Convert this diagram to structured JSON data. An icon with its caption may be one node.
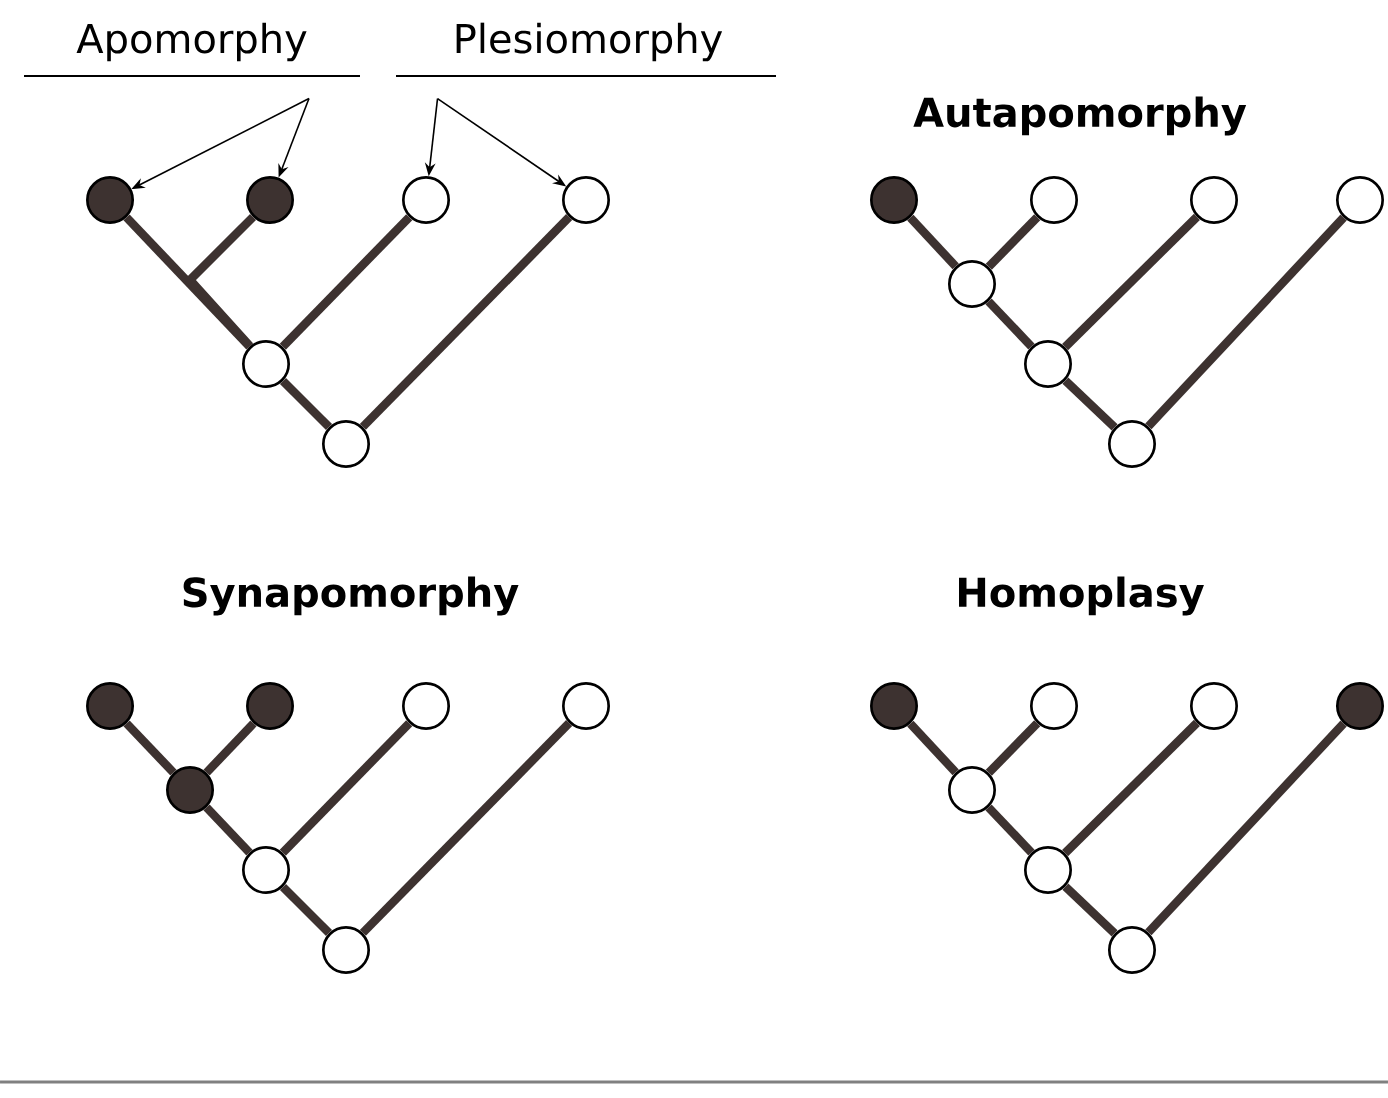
{
  "diagram": {
    "nodes": [
      {
        "text": [
          "Apomorphy"
        ]
      },
      {
        "text": [
          "Plesiomorphy"
        ]
      },
      {
        "text": [],
        "shape": "dot"
      },
      {
        "text": [],
        "shape": "dot"
      },
      {
        "text": [],
        "shape": "circle"
      },
      {
        "text": [],
        "shape": "circle"
      },
      {
        "text": [],
        "shape": "circle"
      },
      {
        "text": [],
        "shape": "circle"
      },
      {
        "text": [],
        "shape": "dot"
      },
      {
        "text": [],
        "shape": "circle"
      },
      {
        "text": [],
        "shape": "circle"
      },
      {
        "text": [],
        "shape": "circle"
      },
      {
        "text": [],
        "shape": "circle"
      },
      {
        "text": [],
        "shape": "circle"
      },
      {
        "text": [],
        "shape": "circle"
      },
      {
        "text": [],
        "shape": "dot"
      },
      {
        "text": [],
        "shape": "dot"
      },
      {
        "text": [],
        "shape": "circle"
      },
      {
        "text": [],
        "shape": "circle"
      },
      {
        "text": [],
        "shape": "dot"
      },
      {
        "text": [],
        "shape": "circle"
      },
      {
        "text": [],
        "shape": "circle"
      },
      {
        "text": [],
        "shape": "dot"
      },
      {
        "text": [],
        "shape": "circle"
      },
      {
        "text": [],
        "shape": "circle"
      },
      {
        "text": [],
        "shape": "dot"
      },
      {
        "text": [],
        "shape": "circle"
      },
      {
        "text": [],
        "shape": "circle"
      },
      {
        "text": [],
        "shape": "circle"
      }
    ],
    "edges": [
      {
        "from": 0,
        "to": 2,
        "arrow": "to"
      },
      {
        "from": 0,
        "to": 3,
        "arrow": "to"
      },
      {
        "from": 1,
        "to": 4,
        "arrow": "to"
      },
      {
        "from": 1,
        "to": 5,
        "arrow": "to"
      },
      {
        "from": 2,
        "to": 6,
        "arrow": "none"
      },
      {
        "from": 3,
        "to": 6,
        "arrow": "none"
      },
      {
        "from": 4,
        "to": 6,
        "arrow": "none"
      },
      {
        "from": 6,
        "to": 7,
        "arrow": "none"
      },
      {
        "from": 5,
        "to": 7,
        "arrow": "none"
      },
      {
        "from": 8,
        "to": 12,
        "arrow": "none"
      },
      {
        "from": 9,
        "to": 12,
        "arrow": "none"
      },
      {
        "from": 12,
        "to": 13,
        "arrow": "none"
      },
      {
        "from": 10,
        "to": 13,
        "arrow": "none"
      },
      {
        "from": 13,
        "to": 14,
        "arrow": "none"
      },
      {
        "from": 11,
        "to": 14,
        "arrow": "none"
      },
      {
        "from": 15,
        "to": 19,
        "arrow": "none"
      },
      {
        "from": 16,
        "to": 19,
        "arrow": "none"
      },
      {
        "from": 19,
        "to": 20,
        "arrow": "none"
      },
      {
        "from": 17,
        "to": 20,
        "arrow": "none"
      },
      {
        "from": 20,
        "to": 21,
        "arrow": "none"
      },
      {
        "from": 18,
        "to": 21,
        "arrow": "none"
      },
      {
        "from": 22,
        "to": 26,
        "arrow": "none"
      },
      {
        "from": 23,
        "to": 26,
        "arrow": "none"
      },
      {
        "from": 26,
        "to": 27,
        "arrow": "none"
      },
      {
        "from": 24,
        "to": 27,
        "arrow": "none"
      },
      {
        "from": 27,
        "to": 28,
        "arrow": "none"
      },
      {
        "from": 25,
        "to": 28,
        "arrow": "none"
      }
    ],
    "labels": [
      "Autapomorphy",
      "Synapomorphy",
      "Homoplasy"
    ]
  }
}
